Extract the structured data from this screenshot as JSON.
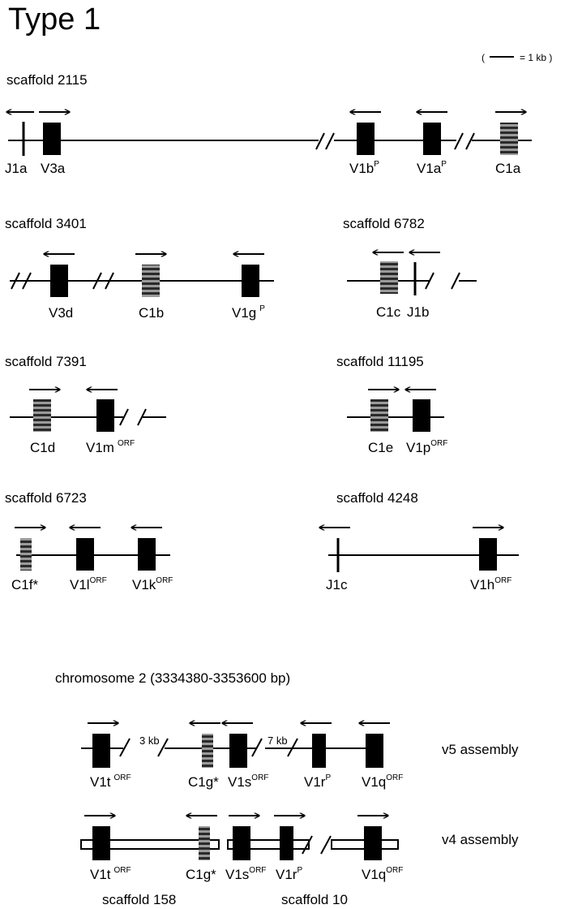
{
  "figure_title": "Type 1",
  "scale_bar": {
    "open": "(",
    "value": "= 1 kb )"
  },
  "colors": {
    "exon": "#000000",
    "constant_stripe_dark": "#2a2a2a",
    "constant_stripe_light": "#9a9a9a",
    "line": "#000000",
    "background": "#ffffff"
  },
  "scaffolds": {
    "s2115": {
      "label": "scaffold 2115",
      "genes": [
        {
          "name": "J1a",
          "sup": ""
        },
        {
          "name": "V3a",
          "sup": ""
        },
        {
          "name": "V1b",
          "sup": "P"
        },
        {
          "name": "V1a",
          "sup": "P"
        },
        {
          "name": "C1a",
          "sup": ""
        }
      ]
    },
    "s3401": {
      "label": "scaffold 3401",
      "genes": [
        {
          "name": "V3d",
          "sup": ""
        },
        {
          "name": "C1b",
          "sup": ""
        },
        {
          "name": "V1g",
          "sup": "P"
        }
      ]
    },
    "s6782": {
      "label": "scaffold 6782",
      "genes": [
        {
          "name": "C1c",
          "sup": ""
        },
        {
          "name": "J1b",
          "sup": ""
        }
      ]
    },
    "s7391": {
      "label": "scaffold 7391",
      "genes": [
        {
          "name": "C1d",
          "sup": ""
        },
        {
          "name": "V1m",
          "sup": "ORF"
        }
      ]
    },
    "s11195": {
      "label": "scaffold 11195",
      "genes": [
        {
          "name": "C1e",
          "sup": ""
        },
        {
          "name": "V1p",
          "sup": "ORF"
        }
      ]
    },
    "s6723": {
      "label": "scaffold 6723",
      "genes": [
        {
          "name": "C1f*",
          "sup": ""
        },
        {
          "name": "V1l",
          "sup": "ORF"
        },
        {
          "name": "V1k",
          "sup": "ORF"
        }
      ]
    },
    "s4248": {
      "label": "scaffold 4248",
      "genes": [
        {
          "name": "J1c",
          "sup": ""
        },
        {
          "name": "V1h",
          "sup": "ORF"
        }
      ]
    }
  },
  "chromosome": {
    "label": "chromosome 2 (3334380-3353600 bp)",
    "v5": {
      "label": "v5 assembly",
      "gaps": [
        "3 kb",
        "7 kb"
      ],
      "genes": [
        {
          "name": "V1t",
          "sup": "ORF"
        },
        {
          "name": "C1g*",
          "sup": ""
        },
        {
          "name": "V1s",
          "sup": "ORF"
        },
        {
          "name": "V1r",
          "sup": "P"
        },
        {
          "name": "V1q",
          "sup": "ORF"
        }
      ]
    },
    "v4": {
      "label": "v4 assembly",
      "genes": [
        {
          "name": "V1t",
          "sup": "ORF"
        },
        {
          "name": "C1g*",
          "sup": ""
        },
        {
          "name": "V1s",
          "sup": "ORF"
        },
        {
          "name": "V1r",
          "sup": "P"
        },
        {
          "name": "V1q",
          "sup": "ORF"
        }
      ],
      "scaffold_labels": [
        "scaffold 158",
        "scaffold 10"
      ]
    }
  }
}
